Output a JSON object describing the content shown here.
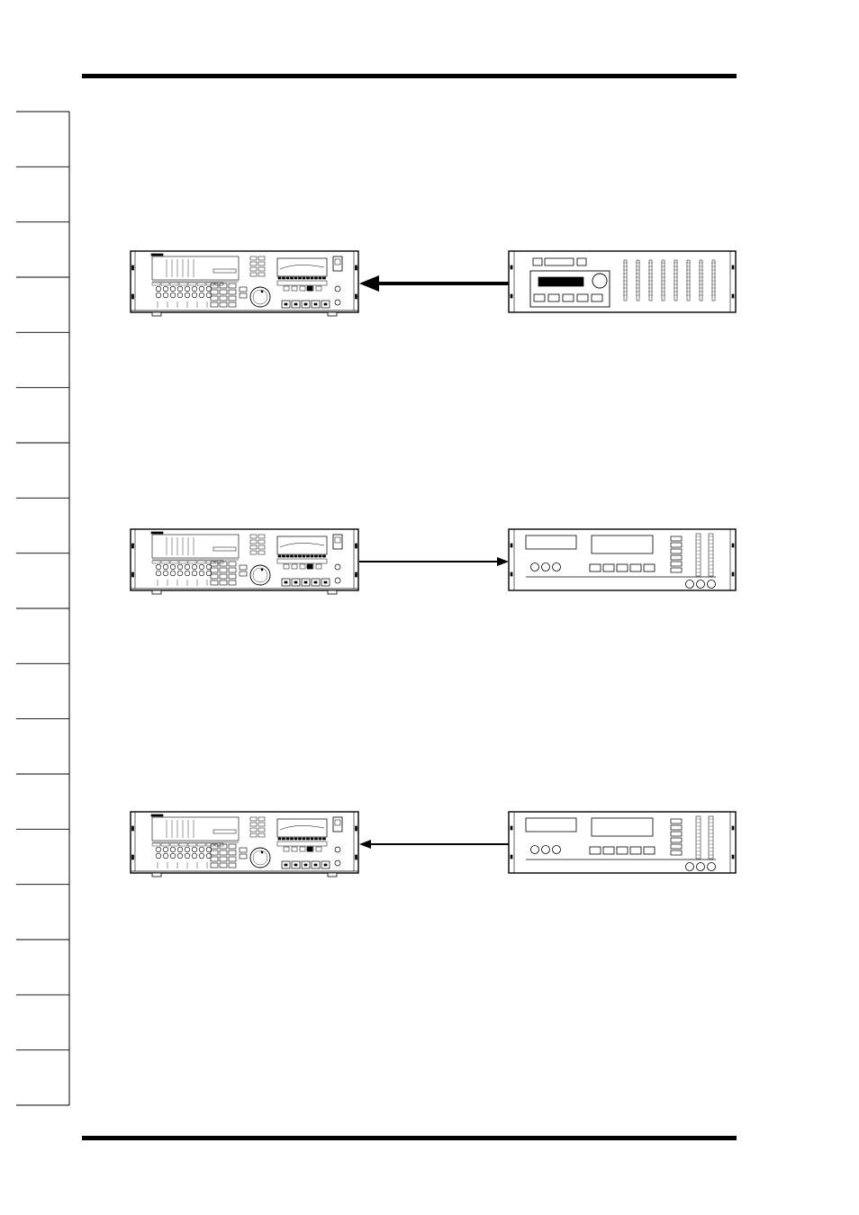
{
  "page": {
    "background": "#ffffff",
    "ink_color": "#000000"
  },
  "tabs": {
    "count": 18,
    "labels": []
  },
  "diagrams": [
    {
      "id": "diagram-1",
      "left_device": "main-unit",
      "right_device": "rack-unit-a",
      "signal_direction": "right-to-left",
      "arrow_style": "bold"
    },
    {
      "id": "diagram-2",
      "left_device": "main-unit",
      "right_device": "rack-unit-b",
      "signal_direction": "left-to-right",
      "arrow_style": "thin"
    },
    {
      "id": "diagram-3",
      "left_device": "main-unit",
      "right_device": "rack-unit-b",
      "signal_direction": "right-to-left",
      "arrow_style": "thin"
    }
  ]
}
